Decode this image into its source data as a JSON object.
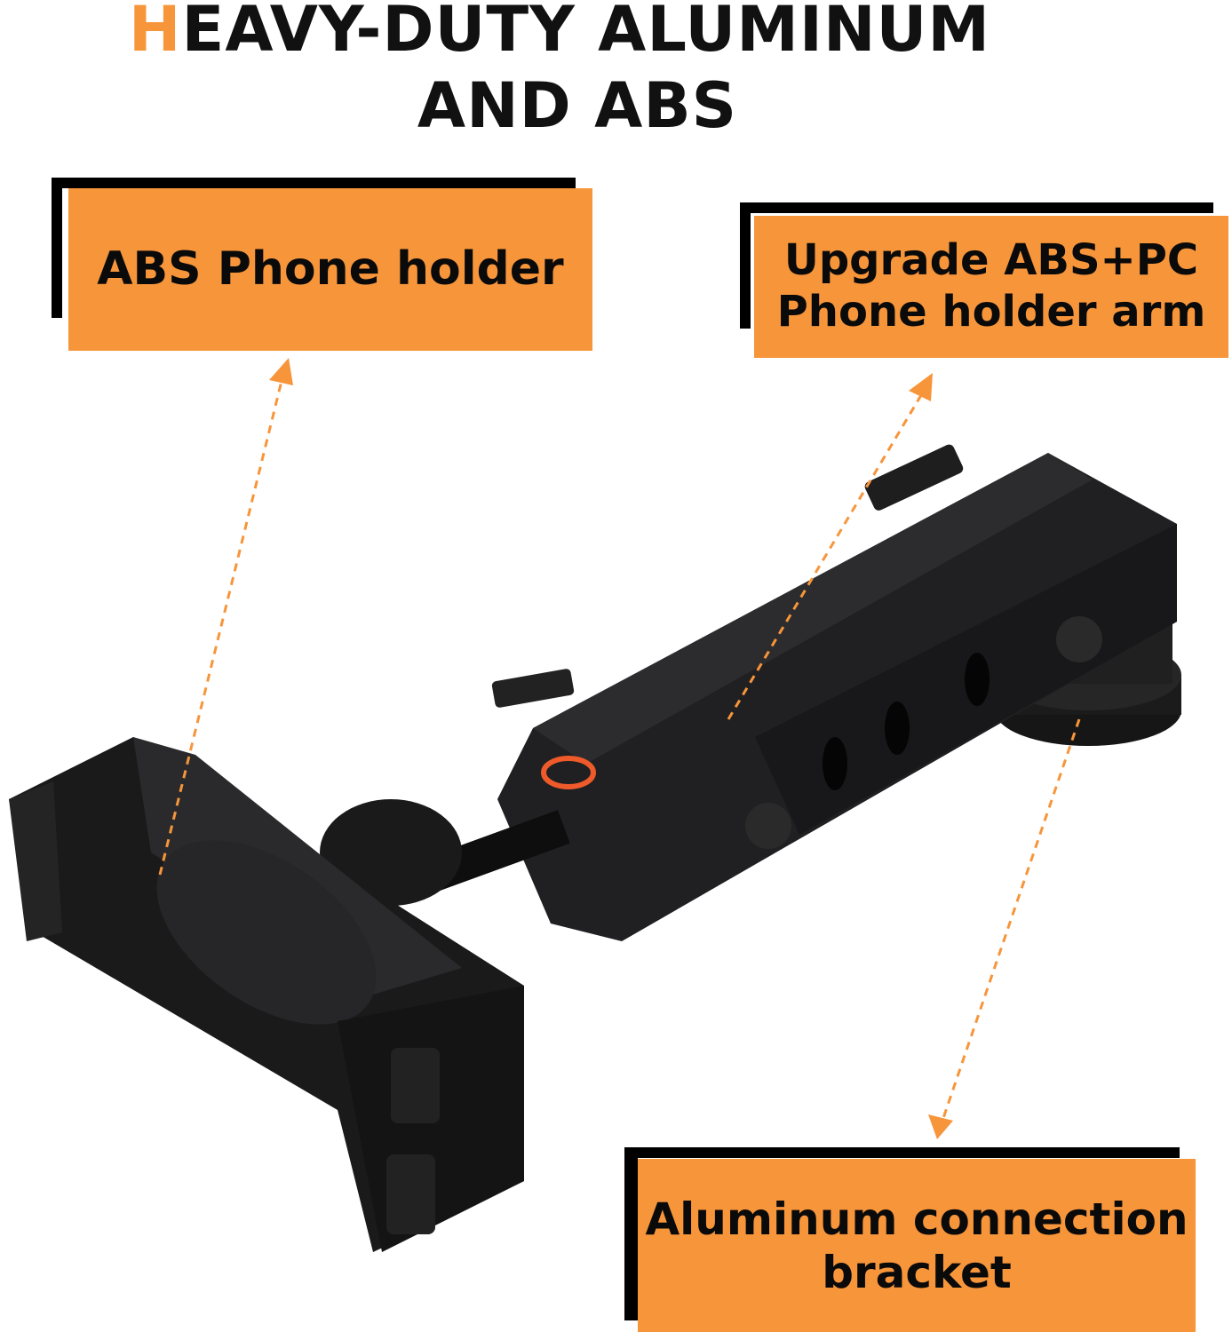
{
  "title": {
    "first_letter": "H",
    "line1_rest": "EAVY-DUTY ALUMINUM",
    "line2": "AND ABS"
  },
  "callouts": [
    {
      "label": "ABS Phone holder"
    },
    {
      "line1": "Upgrade ABS+PC",
      "line2": "Phone holder arm"
    },
    {
      "line1": "Aluminum connection",
      "line2": "bracket"
    }
  ],
  "colors": {
    "accent": "#f7953b",
    "text": "#111111",
    "product": "#1c1c1e"
  }
}
